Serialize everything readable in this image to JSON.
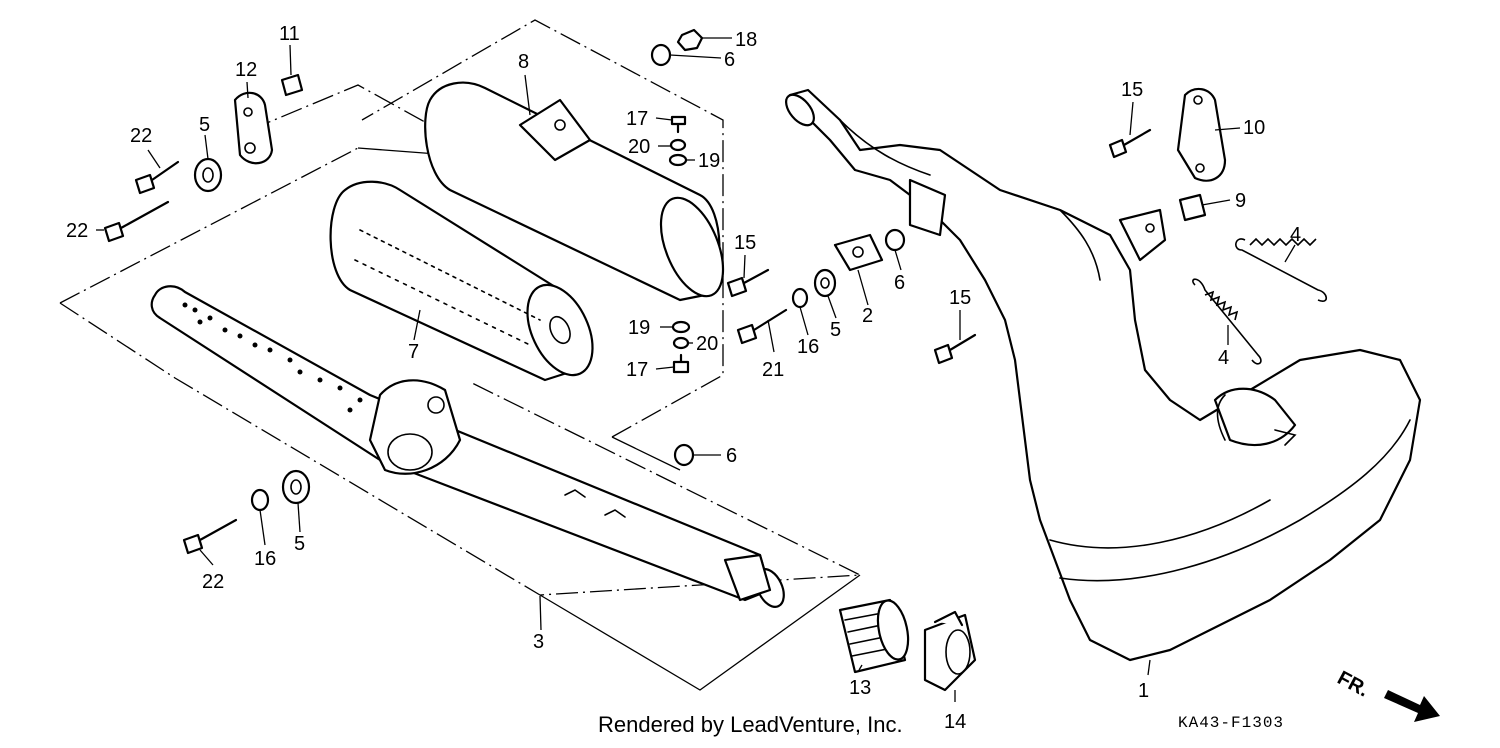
{
  "callouts": [
    {
      "label": "1"
    },
    {
      "label": "2"
    },
    {
      "label": "3"
    },
    {
      "label": "4"
    },
    {
      "label": "4"
    },
    {
      "label": "5"
    },
    {
      "label": "5"
    },
    {
      "label": "5"
    },
    {
      "label": "6"
    },
    {
      "label": "6"
    },
    {
      "label": "6"
    },
    {
      "label": "7"
    },
    {
      "label": "8"
    },
    {
      "label": "9"
    },
    {
      "label": "10"
    },
    {
      "label": "11"
    },
    {
      "label": "12"
    },
    {
      "label": "13"
    },
    {
      "label": "14"
    },
    {
      "label": "15"
    },
    {
      "label": "15"
    },
    {
      "label": "15"
    },
    {
      "label": "16"
    },
    {
      "label": "16"
    },
    {
      "label": "17"
    },
    {
      "label": "17"
    },
    {
      "label": "18"
    },
    {
      "label": "19"
    },
    {
      "label": "19"
    },
    {
      "label": "20"
    },
    {
      "label": "20"
    },
    {
      "label": "21"
    },
    {
      "label": "22"
    },
    {
      "label": "22"
    },
    {
      "label": "22"
    }
  ],
  "footer": {
    "credit": "Rendered by LeadVenture, Inc.",
    "diagram_code": "KA43-F1303",
    "direction_label": "FR."
  },
  "colors": {
    "ink": "#000000",
    "paper": "#ffffff"
  }
}
